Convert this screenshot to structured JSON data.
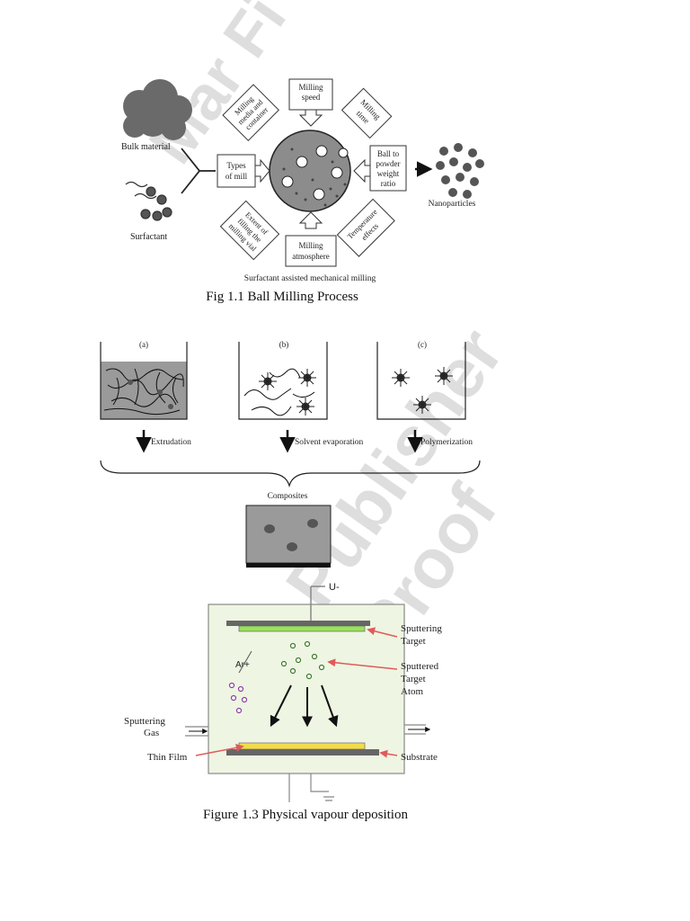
{
  "figure1": {
    "caption": "Fig 1.1 Ball Milling Process",
    "bulk_label": "Bulk material",
    "surfactant_label": "Surfactant",
    "nanoparticles_label": "Nanoparticles",
    "bottom_label": "Surfactant assisted mechanical milling",
    "factors": {
      "speed": [
        "Milling",
        "speed"
      ],
      "time": [
        "Milling",
        "time"
      ],
      "media": [
        "Milling",
        "media and",
        "container"
      ],
      "types": [
        "Types",
        "of mill"
      ],
      "ratio": [
        "Ball to",
        "powder",
        "weight",
        "ratio"
      ],
      "filling": [
        "Extent of",
        "filling the",
        "milling vial"
      ],
      "atmosphere": [
        "Milling",
        "atmosphere"
      ],
      "temperature": [
        "Temperature",
        "effects"
      ]
    }
  },
  "figure2": {
    "panel_a": "(a)",
    "panel_b": "(b)",
    "panel_c": "(c)",
    "method_a": "Extrudation",
    "method_b": "Solvent evaporation",
    "method_c": "Polymerization",
    "composites_label": "Composites"
  },
  "figure3": {
    "caption": "Figure 1.3 Physical vapour deposition",
    "voltage_label": "U-",
    "argon_label": "Ar+",
    "sputtering_target": [
      "Sputtering",
      "Target"
    ],
    "sputtered_atom": [
      "Sputtered",
      "Target",
      "Atom"
    ],
    "sputtering_gas": [
      "Sputtering",
      "Gas"
    ],
    "thin_film": "Thin Film",
    "substrate": "Substrate"
  },
  "watermark": {
    "line1": "Publisher",
    "line2": "Proof",
    "top": "Mar Fi"
  }
}
